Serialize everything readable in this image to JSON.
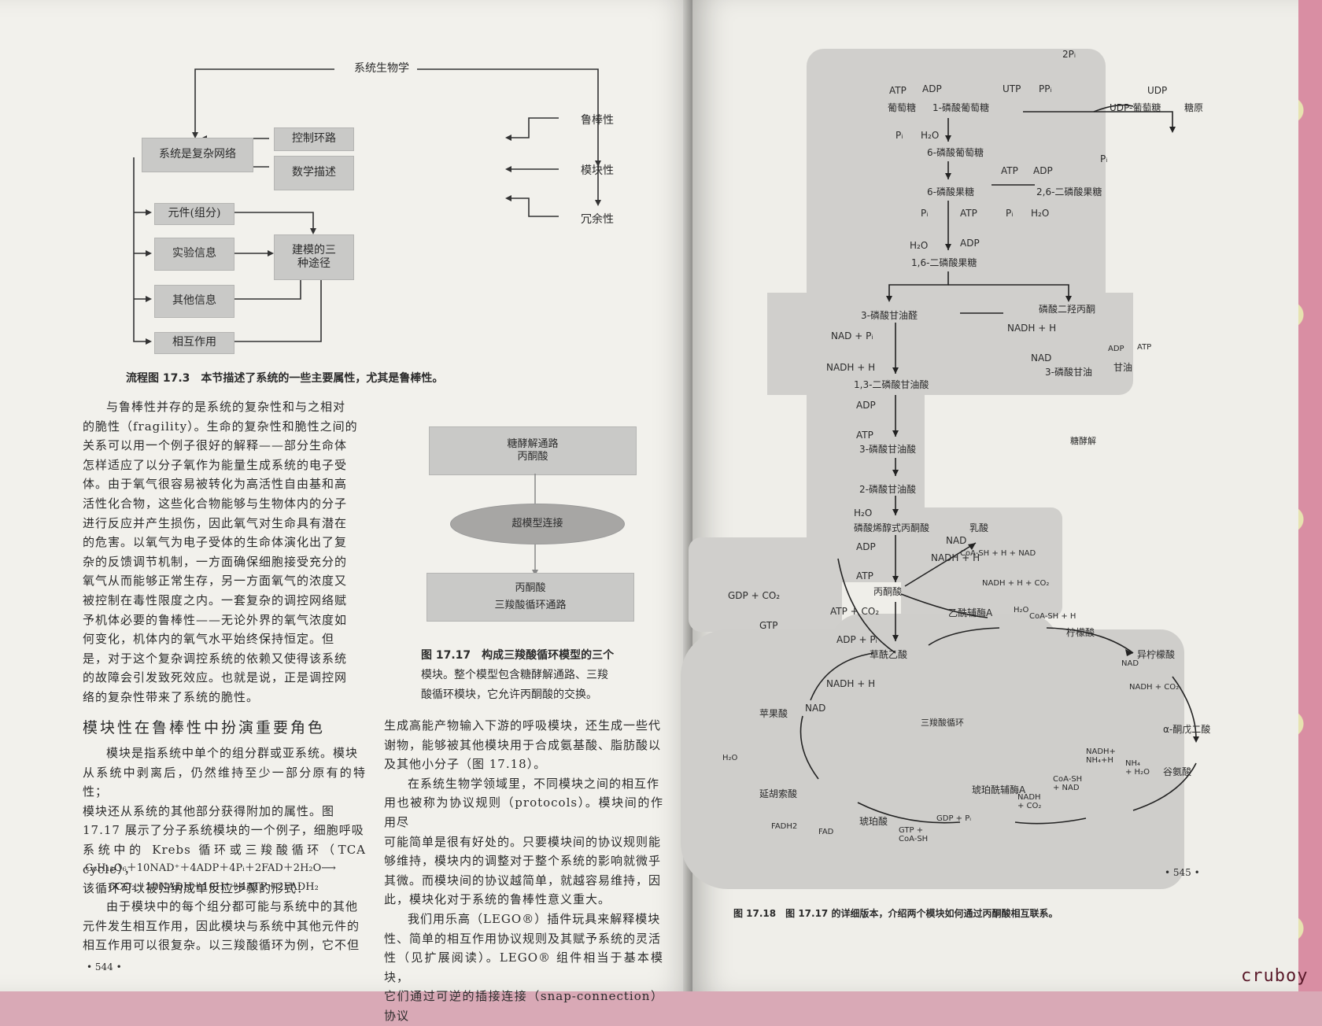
{
  "left_page": {
    "flowchart": {
      "top_label": "系统生物学",
      "boxes": {
        "complex_network": "系统是复杂网络",
        "control_loop": "控制环路",
        "math_description": "数学描述",
        "components": "元件(组分)",
        "experimental_info": "实验信息",
        "three_modeling_paths": "建模的三\n种途径",
        "other_info": "其他信息",
        "interaction": "相互作用"
      },
      "properties": [
        "鲁棒性",
        "模块性",
        "冗余性"
      ],
      "caption": "流程图 17.3　本节描述了系统的一些主要属性，尤其是鲁棒性。"
    },
    "body_paragraph_1": [
      "与鲁棒性并存的是系统的复杂性和与之相对",
      "的脆性（fragility）。生命的复杂性和脆性之间的",
      "关系可以用一个例子很好的解释——部分生命体",
      "怎样适应了以分子氧作为能量生成系统的电子受",
      "体。由于氧气很容易被转化为高活性自由基和高",
      "活性化合物，这些化合物能够与生物体内的分子",
      "进行反应并产生损伤，因此氧气对生命具有潜在",
      "的危害。以氧气为电子受体的生命体演化出了复",
      "杂的反馈调节机制，一方面确保细胞接受充分的",
      "氧气从而能够正常生存，另一方面氧气的浓度又",
      "被控制在毒性限度之内。一套复杂的调控网络赋",
      "予机体必要的鲁棒性——无论外界的氧气浓度如",
      "何变化，机体内的氧气水平始终保持恒定。但",
      "是，对于这个复杂调控系统的依赖又使得该系统",
      "的故障会引发致死效应。也就是说，正是调控网",
      "络的复杂性带来了系统的脆性。"
    ],
    "section_heading": "模块性在鲁棒性中扮演重要角色",
    "body_paragraph_2": [
      "模块是指系统中单个的组分群或亚系统。模块",
      "从系统中剥离后，仍然维持至少一部分原有的特性；",
      "模块还从系统的其他部分获得附加的属性。图",
      "17.17 展示了分子系统模块的一个例子，细胞呼吸",
      "系统中的 Krebs 循环或三羧酸循环（TCA cycle），",
      "该循环可以被归纳成单反应步骤的形式："
    ],
    "equation_line_1": "C₆H₁₂O₆＋10NAD⁺＋4ADP＋4Pᵢ＋2FAD＋2H₂O⟶",
    "equation_line_2": "6CO₂＋10NADH＋10H⁺＋4ATP＋2FADH₂",
    "body_paragraph_3": [
      "由于模块中的每个组分都可能与系统中的其他",
      "元件发生相互作用，因此模块与系统中其他元件的",
      "相互作用可以很复杂。以三羧酸循环为例，它不但"
    ],
    "figure_17_17": {
      "top_box": "糖酵解通路\n丙酮酸",
      "ellipse": "超模型连接",
      "bottom_box_line1": "丙酮酸",
      "bottom_box_line2": "三羧酸循环通路",
      "caption_line1": "图 17.17　构成三羧酸循环模型的三个",
      "caption_line2": "模块。整个模型包含糖酵解通路、三羧",
      "caption_line3": "酸循环模块，它允许丙酮酸的交换。"
    },
    "right_column": [
      "生成高能产物输入下游的呼吸模块，还生成一些代",
      "谢物，能够被其他模块用于合成氨基酸、脂肪酸以",
      "及其他小分子（图 17.18）。",
      "在系统生物学领域里，不同模块之间的相互作",
      "用也被称为协议规则（protocols）。模块间的作用尽",
      "可能简单是很有好处的。只要模块间的协议规则能",
      "够维持，模块内的调整对于整个系统的影响就微乎",
      "其微。而模块间的协议越简单，就越容易维持，因",
      "此，模块化对于系统的鲁棒性意义重大。",
      "我们用乐高（LEGO®）插件玩具来解释模块",
      "性、简单的相互作用协议规则及其赋予系统的灵活",
      "性（见扩展阅读）。LEGO® 组件相当于基本模块，",
      "它们通过可逆的插接连接（snap-connection）协议"
    ],
    "page_number": "• 544 •"
  },
  "right_page": {
    "figure_17_18": {
      "glycolysis": {
        "glucose": "葡萄糖",
        "g1p": "1-磷酸葡萄糖",
        "udp_glucose": "UDP-葡萄糖",
        "glycogen": "糖原",
        "g6p": "6-磷酸葡萄糖",
        "f6p": "6-磷酸果糖",
        "f26bp": "2,6-二磷酸果糖",
        "f16bp": "1,6-二磷酸果糖",
        "g3p": "3-磷酸甘油醛",
        "dhap": "磷酸二羟丙酮",
        "glycerol3p": "3-磷酸甘油",
        "glycerol": "甘油",
        "bpg13": "1,3-二磷酸甘油酸",
        "pg3": "3-磷酸甘油酸",
        "pg2": "2-磷酸甘油酸",
        "pep": "磷酸烯醇式丙酮酸",
        "pyruvate": "丙酮酸",
        "lactate": "乳酸",
        "acetyl_coa": "乙酰辅酶A",
        "region_label": "糖酵解"
      },
      "cofactors": {
        "atp": "ATP",
        "adp": "ADP",
        "pi": "Pᵢ",
        "h2o": "H₂O",
        "two_pi": "2Pᵢ",
        "utp": "UTP",
        "ppi": "PPᵢ",
        "udp": "UDP",
        "nad_pi": "NAD + Pᵢ",
        "nadh_h": "NADH + H",
        "nad": "NAD",
        "coa_sh_h_nad": "CoA-SH + H + NAD",
        "nadh_h_co2": "NADH + H + CO₂",
        "gdp_co2": "GDP + CO₂",
        "gtp": "GTP",
        "atp_co2": "ATP + CO₂",
        "adp_pi": "ADP + Pᵢ",
        "coa_sh_h": "CoA-SH + H",
        "nadh_co2": "NADH + CO₂",
        "nadh_nh4_h": "NADH+\nNH₄+H",
        "nh4_h2o": "NH₄\n+ H₂O",
        "coa_sh_nad": "CoA-SH\n+ NAD",
        "nadh_co2_b": "NADH\n+ CO₂",
        "gtp_coa": "GTP +\nCoA-SH",
        "gdp_pi": "GDP + Pᵢ",
        "fadh2": "FADH2",
        "fad": "FAD"
      },
      "tca": {
        "oxaloacetate": "草酰乙酸",
        "citrate": "柠檬酸",
        "isocitrate": "异柠檬酸",
        "akg": "α-酮戊二酸",
        "glutamate": "谷氨酸",
        "succinyl_coa": "琥珀酰辅酶A",
        "succinate": "琥珀酸",
        "fumarate": "延胡索酸",
        "malate": "苹果酸",
        "region_label": "三羧酸循环"
      },
      "caption": "图 17.18　图 17.17 的详细版本，介绍两个模块如何通过丙酮酸相互联系。"
    },
    "page_number": "• 545 •"
  },
  "watermark": "cruboy",
  "colors": {
    "page": "#f2f1ec",
    "figure_gray": "#d0cfcc",
    "box_gray": "#c9c9c7",
    "background": "#d9a9b6"
  }
}
